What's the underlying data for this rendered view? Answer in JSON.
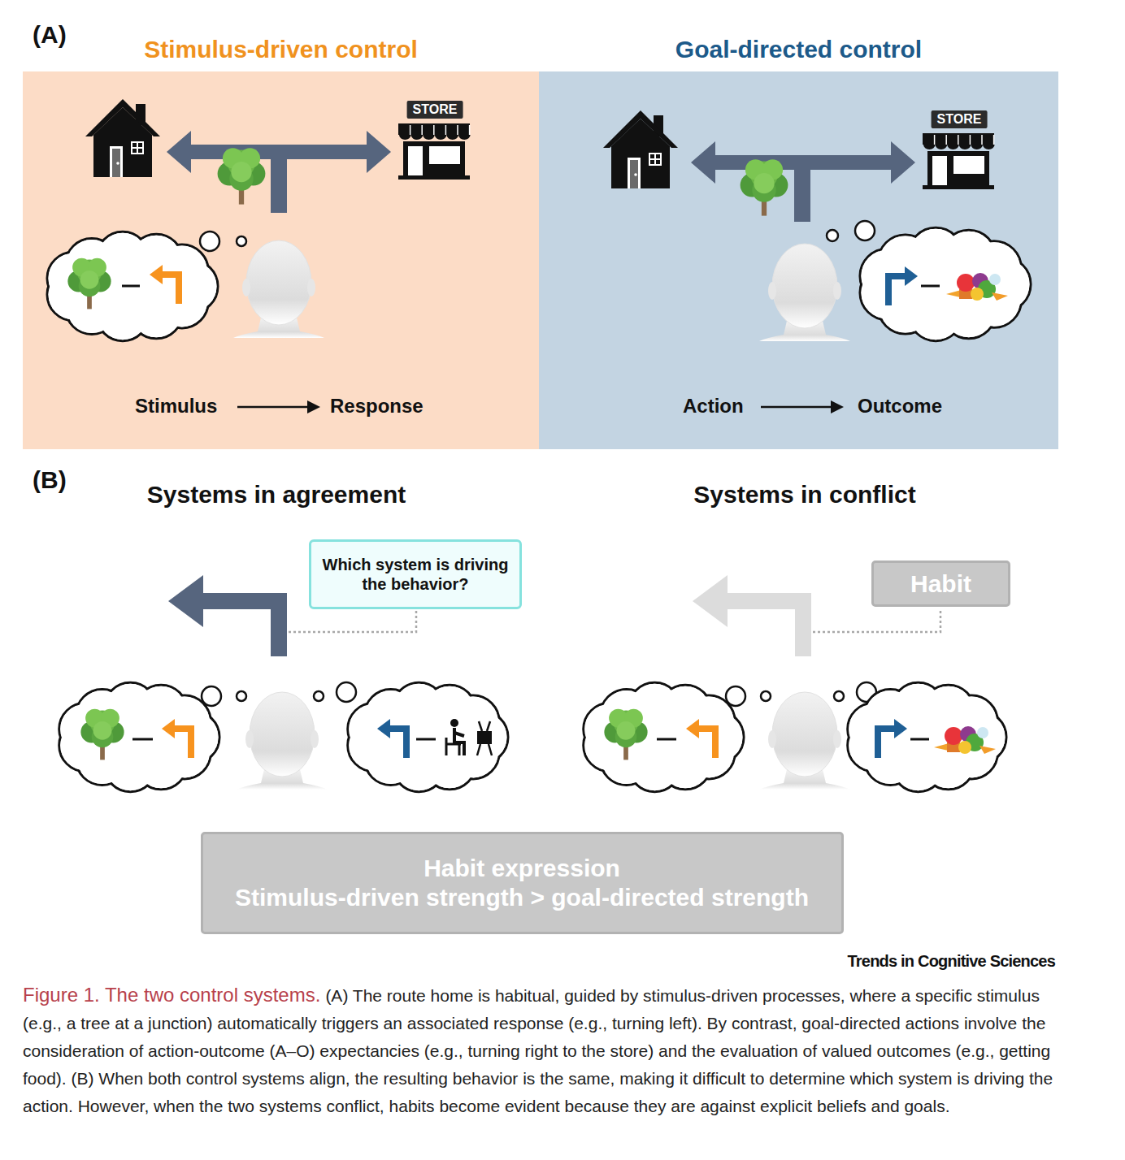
{
  "diagram": {
    "title": "Figure 1. The two control systems.",
    "caption": "(A) The route home is habitual, guided by stimulus-driven processes, where a specific stimulus (e.g., a tree at a junction) automatically triggers an associated response (e.g., turning left). By contrast, goal-directed actions involve the consideration of action-outcome (A–O) expectancies (e.g., turning right to the store) and the evaluation of valued outcomes (e.g., getting food). (B) When both control systems align, the resulting behavior is the same, making it difficult to determine which system is driving the action. However, when the two systems conflict, habits become evident because they are against explicit beliefs and goals.",
    "nodes": [
      {
        "text": [
          "Stimulus-driven control"
        ]
      },
      {
        "text": [
          "STORE"
        ],
        "in": 0
      },
      {
        "text": [
          "Goal-directed control"
        ]
      },
      {
        "text": [
          "STORE"
        ],
        "in": 2
      },
      {
        "text": [
          "Which system is driving the behavior?"
        ]
      },
      {
        "text": [
          "Habit"
        ]
      },
      {
        "text": [
          "Habit expression",
          "Stimulus-driven strength > goal-directed strength"
        ]
      }
    ],
    "labels": [
      "(A)",
      "Stimulus",
      "Response",
      "Action",
      "Outcome",
      "(B)",
      "Systems in agreement",
      "Systems in conflict",
      "Trends in Cognitive Sciences"
    ]
  }
}
